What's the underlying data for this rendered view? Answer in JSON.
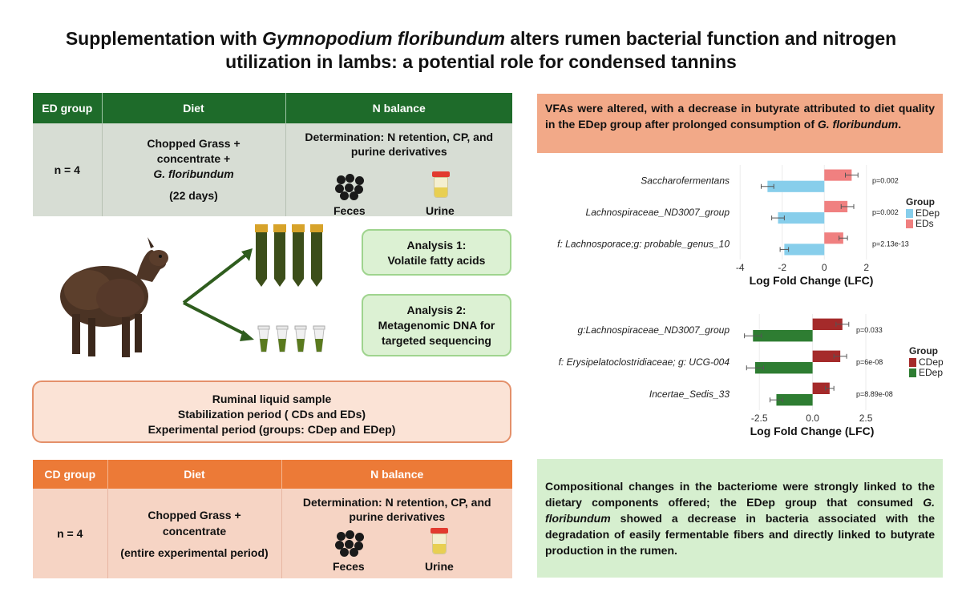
{
  "title": {
    "part1": "Supplementation with ",
    "italic": "Gymnopodium floribundum",
    "part2": " alters rumen bacterial function and nitrogen",
    "line2": "utilization in lambs: a potential role for condensed tannins"
  },
  "ed_table": {
    "headers": [
      "ED group",
      "Diet",
      "N balance"
    ],
    "n": "n = 4",
    "diet_line1": "Chopped Grass +",
    "diet_line2": "concentrate +",
    "diet_line3": "G. floribundum",
    "diet_period": "(22 days)",
    "nbalance_line1": "Determination: N retention, CP, and",
    "nbalance_line2": "purine derivatives",
    "feces": "Feces",
    "urine": "Urine"
  },
  "analysis1": {
    "line1": "Analysis 1:",
    "line2": "Volatile fatty acids"
  },
  "analysis2": {
    "line1": "Analysis 2:",
    "line2": "Metagenomic DNA for",
    "line3": "targeted sequencing"
  },
  "rumen": {
    "line1": "Ruminal liquid sample",
    "line2": "Stabilization period ( CDs and EDs)",
    "line3": "Experimental period (groups: CDep and EDep)"
  },
  "cd_table": {
    "headers": [
      "CD group",
      "Diet",
      "N balance"
    ],
    "n": "n = 4",
    "diet_line1": "Chopped Grass +",
    "diet_line2": "concentrate",
    "diet_period": "(entire experimental period)",
    "nbalance_line1": "Determination: N retention, CP, and",
    "nbalance_line2": "purine derivatives",
    "feces": "Feces",
    "urine": "Urine"
  },
  "vfa_text": "VFAs were altered, with a decrease in butyrate attributed to diet quality in the EDep group after prolonged consumption of ",
  "vfa_italic": "G. floribundum",
  "vfa_end": ".",
  "comp_text1": "Compositional changes in the bacteriome were strongly linked to the dietary components offered; the EDep group that consumed ",
  "comp_italic": "G. floribundum",
  "comp_text2": " showed a decrease in bacteria associated with the degradation of easily fermentable fibers and directly linked to butyrate production in the rumen.",
  "colors": {
    "ed_header": "#1e6b2a",
    "cd_header": "#ec7a37",
    "edep_blue": "#87ceeb",
    "eds_red": "#f08080",
    "cdep_darkred": "#a52a2a",
    "edep_green": "#2e7d32"
  },
  "chart_data": [
    {
      "type": "bar",
      "orientation": "horizontal",
      "categories": [
        "Saccharofermentans",
        "Lachnospiraceae_ND3007_group",
        "f: Lachnosporace;g: probable_genus_10"
      ],
      "series": [
        {
          "name": "EDep",
          "values": [
            -2.7,
            -2.2,
            -1.9
          ],
          "errors": [
            0.3,
            0.3,
            0.2
          ]
        },
        {
          "name": "EDs",
          "values": [
            1.3,
            1.1,
            0.9
          ],
          "errors": [
            0.3,
            0.3,
            0.2
          ]
        }
      ],
      "pvalues": [
        "p=0.002",
        "p=0.002",
        "p=2.13e-13"
      ],
      "xlabel": "Log Fold Change (LFC)",
      "xticks": [
        "-4",
        "-2",
        "0",
        "2"
      ],
      "xlim": [
        -4.2,
        2.2
      ],
      "legend_title": "Group",
      "legend_position": "right"
    },
    {
      "type": "bar",
      "orientation": "horizontal",
      "categories": [
        "g:Lachnospiraceae_ND3007_group",
        "f: Erysipelatoclostridiaceae; g: UCG-004",
        "Incertae_Sedis_33"
      ],
      "series": [
        {
          "name": "EDep",
          "values": [
            -2.8,
            -2.7,
            -1.7
          ],
          "errors": [
            0.4,
            0.4,
            0.3
          ]
        },
        {
          "name": "CDep",
          "values": [
            1.4,
            1.3,
            0.8
          ],
          "errors": [
            0.3,
            0.3,
            0.2
          ]
        }
      ],
      "pvalues": [
        "p=0.033",
        "p=6e-08",
        "p=8.89e-08"
      ],
      "xlabel": "Log Fold Change (LFC)",
      "xticks": [
        "-2.5",
        "0.0",
        "2.5"
      ],
      "xlim": [
        -3.6,
        2.8
      ],
      "legend_title": "Group",
      "legend_labels": [
        "CDep",
        "EDep"
      ],
      "legend_position": "right"
    }
  ]
}
